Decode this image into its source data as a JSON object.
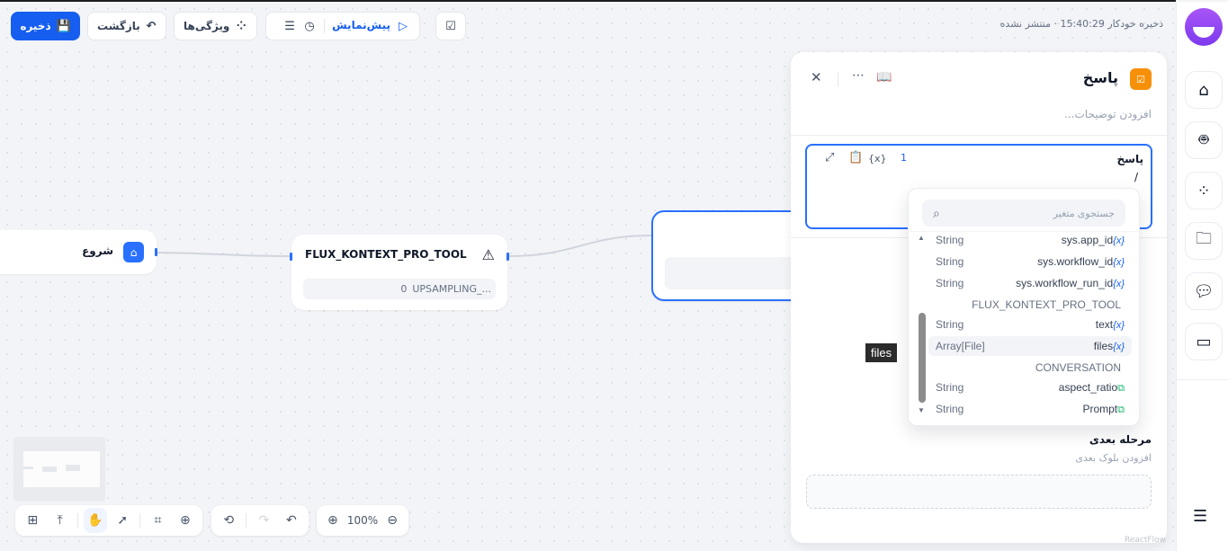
{
  "toolbar": {
    "save": "ذخیره",
    "back": "بازگشت",
    "features": "ویژگی‌ها",
    "preview": "پیش‌نمایش",
    "status": "ذخیره خودکار 15:40:29 · منتشر نشده"
  },
  "nodes": {
    "start": "شروع",
    "tool": {
      "title": "FLUX_KONTEXT_PRO_TOOL",
      "param": "UPSAMPLING_...",
      "value": "0"
    }
  },
  "panel": {
    "title": "پاسخ",
    "description_placeholder": "افزودن توضیحات...",
    "field_label": "پاسخ",
    "field_value": "/",
    "line_number": "1",
    "next_step_label": "مرحله بعدی",
    "next_step_hint": "افزودن بلوک بعدی",
    "accent": "#f79009"
  },
  "dropdown": {
    "search_placeholder": "جستجوی متغیر",
    "items": [
      {
        "type": "String",
        "name": "sys.app_id",
        "kind": "var"
      },
      {
        "type": "String",
        "name": "sys.workflow_id",
        "kind": "var"
      },
      {
        "type": "String",
        "name": "sys.workflow_run_id",
        "kind": "var"
      },
      {
        "group": "FLUX_KONTEXT_PRO_TOOL"
      },
      {
        "type": "String",
        "name": "text",
        "kind": "var"
      },
      {
        "type": "Array[File]",
        "name": "files",
        "kind": "var",
        "highlighted": true
      },
      {
        "group": "CONVERSATION"
      },
      {
        "type": "String",
        "name": "aspect_ratio",
        "kind": "conv"
      },
      {
        "type": "String",
        "name": "Prompt",
        "kind": "conv"
      }
    ],
    "var_symbol": "{x}",
    "tooltip": "files"
  },
  "zoom": {
    "level": "100%"
  },
  "watermark": "ReactFlow",
  "colors": {
    "primary": "#155eef",
    "canvas": "#f2f4f7"
  }
}
